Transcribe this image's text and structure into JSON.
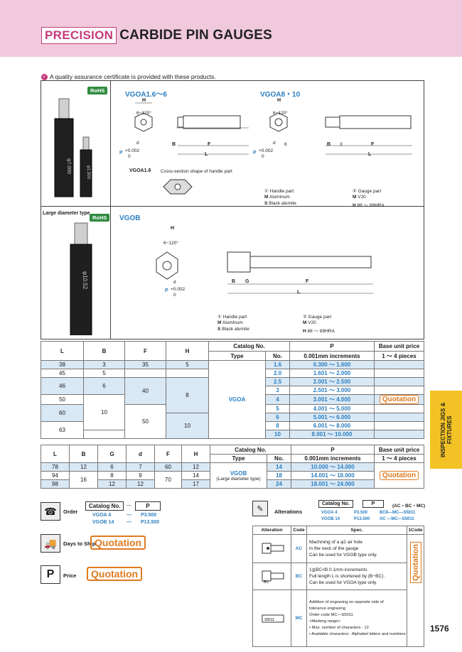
{
  "header": {
    "precision": "PRECISION",
    "title": "CARBIDE PIN GAUGES"
  },
  "note": "A quality assurance certificate is provided with these products.",
  "rohs": "RoHS",
  "section1": {
    "vgoa16": "VGOA1.6～6",
    "vgoa810": "VGOA8・10",
    "dim_h": "H",
    "dim_angle": "6−120°",
    "dim_d": "d",
    "dim_p": "P",
    "tol_top": "+0.002",
    "tol_bot": "0",
    "dim_b": "B",
    "dim_f": "F",
    "dim_l": "L",
    "dim_3": "3",
    "dim_6": "6",
    "cross_title": "VGOA1.6",
    "cross_desc": "Cross-section shape of handle part",
    "part1": "① Handle part",
    "part1_m": "M",
    "part1_mat": "Aluminum",
    "part1_s": "S",
    "part1_fin": "Black alumite",
    "part2": "② Gauge part",
    "part2_m": "M",
    "part2_mat": "V20",
    "part2_h": "H",
    "part2_hard": "88 ～ 89HRA",
    "pin_a": "φ7.000",
    "pin_b": "φ1.500"
  },
  "section2": {
    "large_label": "Large diameter type",
    "vgob": "VGOB",
    "dim_g": "G",
    "pin": "φ10.52"
  },
  "table1": {
    "headers": [
      "L",
      "B",
      "F",
      "H",
      "Catalog No.",
      "P",
      "Base unit price"
    ],
    "sub_type": "Type",
    "sub_no": "No.",
    "sub_p": "0.001mm increments",
    "sub_price": "1 ～ 4 pieces",
    "type": "VGOA",
    "L": [
      "38",
      "45",
      "46",
      "50",
      "60",
      "63"
    ],
    "B": [
      "3",
      "5",
      "6",
      "10"
    ],
    "F": [
      "35",
      "40",
      "50"
    ],
    "H": [
      "5",
      "8",
      "10"
    ],
    "nos": [
      "1.6",
      "2.0",
      "2.5",
      "3",
      "4",
      "5",
      "6",
      "8",
      "10"
    ],
    "p_from": [
      "0.300",
      "1.601",
      "2.001",
      "2.501",
      "3.001",
      "4.001",
      "5.001",
      "6.001",
      "8.001"
    ],
    "p_to": [
      "1.600",
      "2.000",
      "2.500",
      "3.000",
      "4.000",
      "5.000",
      "6.000",
      "8.000",
      "10.000"
    ],
    "tilde": "～",
    "quotation": "Quotation"
  },
  "table2": {
    "headers": [
      "L",
      "B",
      "G",
      "d",
      "F",
      "H",
      "Catalog No.",
      "P",
      "Base unit price"
    ],
    "sub_type": "Type",
    "sub_no": "No.",
    "sub_p": "0.001mm increments",
    "sub_price": "1 ～ 4 pieces",
    "type": "VGOB",
    "type_sub": "(Large diameter type)",
    "L": [
      "78",
      "94",
      "98"
    ],
    "B": [
      "12",
      "16"
    ],
    "G": [
      "6",
      "8",
      "12"
    ],
    "d": [
      "7",
      "9",
      "12"
    ],
    "F": [
      "60",
      "70"
    ],
    "H": [
      "12",
      "14",
      "17"
    ],
    "nos": [
      "14",
      "18",
      "24"
    ],
    "p": [
      "10.000 ～ 14.000",
      "14.001 ～ 18.000",
      "18.001 ～ 24.000"
    ],
    "quotation": "Quotation"
  },
  "order": {
    "label": "Order",
    "catalog": "Catalog No.",
    "dash": "—",
    "p": "P",
    "ex1": "VGOA 4",
    "ex1b": "—",
    "ex1c": "P3.500",
    "ex2": "VGOB 14",
    "ex2b": "—",
    "ex2c": "P13.500"
  },
  "days": {
    "label": "Days to Ship",
    "value": "Quotation"
  },
  "price": {
    "label": "Price",
    "value": "Quotation",
    "icon": "P"
  },
  "alterations": {
    "label": "Alterations",
    "catalog": "Catalog No.",
    "p": "P",
    "codes": "(AC・BC・MC)",
    "ex1": "VGOA 4",
    "ex1c": "P3.500",
    "ex1d": "BC8—MC—S5011",
    "ex2": "VGOB 14",
    "ex2c": "P13.500",
    "ex2d": "AC —MC—S5011",
    "headers": [
      "Alteration",
      "Code",
      "Spec.",
      "1Code"
    ],
    "rows": [
      {
        "code": "AC",
        "spec1": "Machining of a φ2 air hole",
        "spec2": "in the neck of the gauge",
        "spec3": "Can be used for VGOB type only."
      },
      {
        "code": "BC",
        "spec1": "1≦BC<B  0.1mm increments",
        "spec2": "Full length L is shortened by (B−BC).",
        "spec3": "Can be used for VGOA type only."
      },
      {
        "code": "MC",
        "spec1": "Addition of engraving on opposite side of",
        "spec2": "tolerance engraving",
        "spec3": "Order code MC—S5011",
        "spec4": "<Marking range>",
        "spec5": "• Max. number of characters : 12",
        "spec6": "• Available characters : Alphabet letters and numbers"
      }
    ],
    "bc_label": "BC",
    "mc_label": "S5011",
    "quotation": "Quotation"
  },
  "side_tab": "INSPECTION JIGS & FIXTURES",
  "page_number": "1576"
}
